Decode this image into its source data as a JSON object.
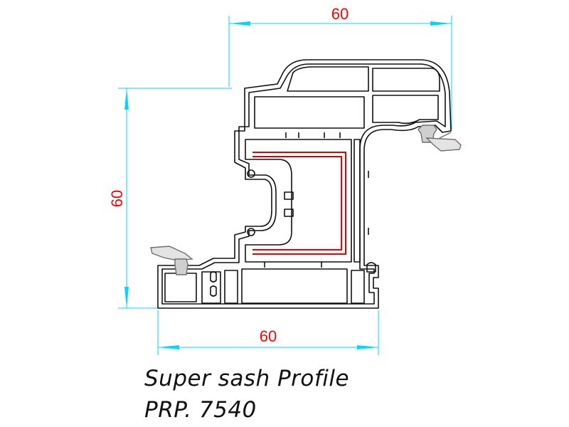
{
  "dimensions": {
    "top_width": "60",
    "bottom_width": "60",
    "left_height": "60"
  },
  "caption": {
    "title": "Super sash Profile",
    "code": "PRP. 7540"
  },
  "colors": {
    "dimension_lines": "#00d7ff",
    "dimension_text": "#ff0000",
    "profile_outline": "#111111",
    "steel_reinforcement": "#e00000",
    "gasket": "#8a8a8a"
  }
}
